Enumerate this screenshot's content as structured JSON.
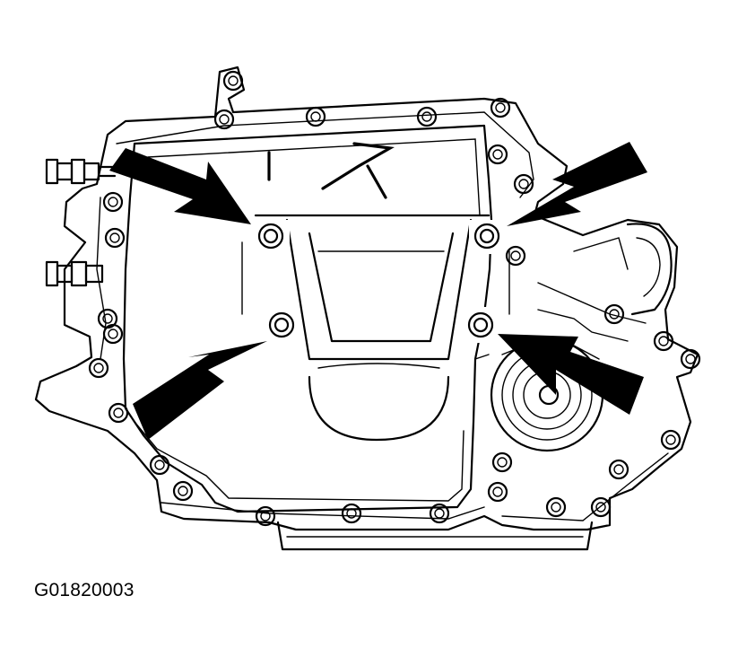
{
  "figure": {
    "caption_id": "G01820003",
    "ink_color": "#000000",
    "paper_color": "#ffffff",
    "arrow_count": 4,
    "bolt_marker_count": 4
  }
}
